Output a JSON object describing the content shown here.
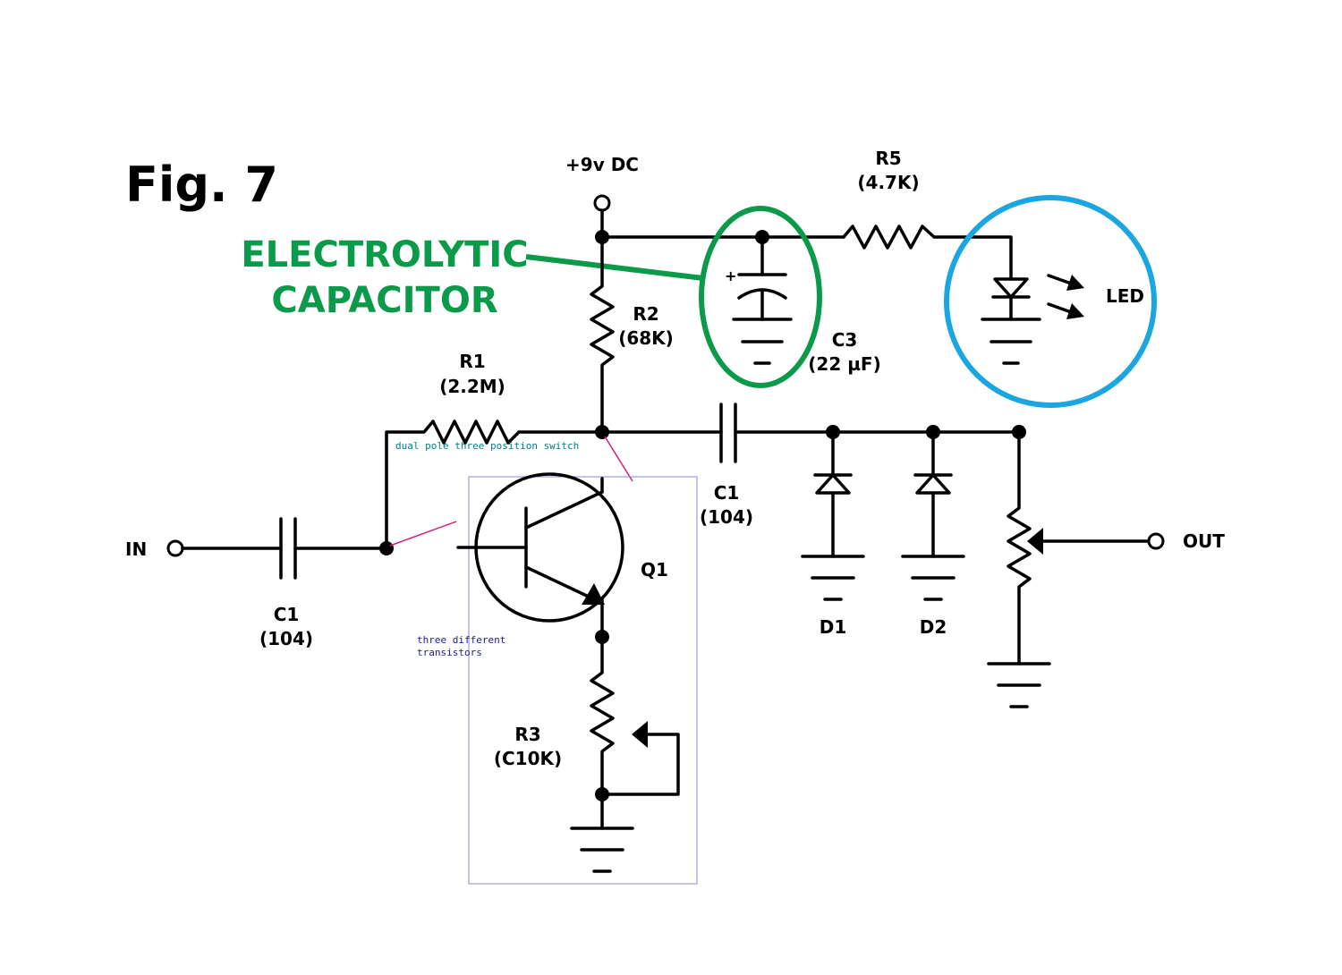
{
  "figure": {
    "title": "Fig. 7"
  },
  "supply": {
    "label": "+9v DC"
  },
  "callout": {
    "line1": "ELECTROLYTIC",
    "line2": "CAPACITOR",
    "color": "#0a9a4a"
  },
  "led_highlight": {
    "color": "#1aa6e0"
  },
  "components": {
    "r1": {
      "name": "R1",
      "value": "(2.2M)"
    },
    "r2": {
      "name": "R2",
      "value": "(68K)"
    },
    "r3": {
      "name": "R3",
      "value": "(C10K)"
    },
    "r5": {
      "name": "R5",
      "value": "(4.7K)"
    },
    "c1_in": {
      "name": "C1",
      "value": "(104)"
    },
    "c1_out": {
      "name": "C1",
      "value": "(104)"
    },
    "c3": {
      "name": "C3",
      "value": "(22 µF)",
      "polarity": "+"
    },
    "q1": {
      "name": "Q1"
    },
    "d1": {
      "name": "D1"
    },
    "d2": {
      "name": "D2"
    },
    "led": {
      "name": "LED"
    }
  },
  "terminals": {
    "in": "IN",
    "out": "OUT"
  },
  "annotations": {
    "switch_note": "dual pole three position switch",
    "transistor_note_line1": "three different",
    "transistor_note_line2": "transistors",
    "switch_note_color": "#008080",
    "transistor_note_color": "#1a1aa0",
    "switch_line_color": "#d0207a",
    "box_color": "#8a8ad0"
  }
}
